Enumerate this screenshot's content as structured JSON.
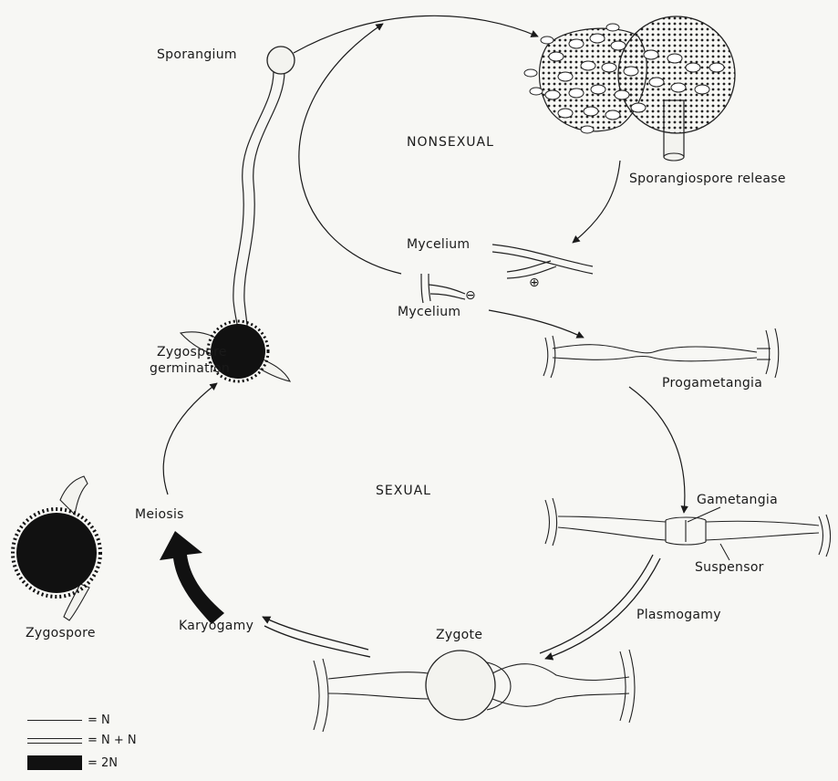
{
  "phases": {
    "nonsexual": "NONSEXUAL",
    "sexual": "SEXUAL"
  },
  "labels": {
    "sporangium": "Sporangium",
    "sporangiospore_release": "Sporangiospore release",
    "mycelium_plus": "Mycelium",
    "mycelium_minus": "Mycelium",
    "progametangia": "Progametangia",
    "gametangia": "Gametangia",
    "suspensor": "Suspensor",
    "plasmogamy": "Plasmogamy",
    "zygote": "Zygote",
    "karyogamy": "Karyogamy",
    "meiosis": "Meiosis",
    "zygospore_germination_line1": "Zygospore",
    "zygospore_germination_line2": "germination",
    "zygospore": "Zygospore"
  },
  "mating_types": {
    "plus": "⊕",
    "minus": "⊖"
  },
  "legend": [
    {
      "key": "haploid",
      "text": "= N"
    },
    {
      "key": "dikaryotic",
      "text": "= N + N"
    },
    {
      "key": "diploid",
      "text": "= 2N"
    }
  ]
}
